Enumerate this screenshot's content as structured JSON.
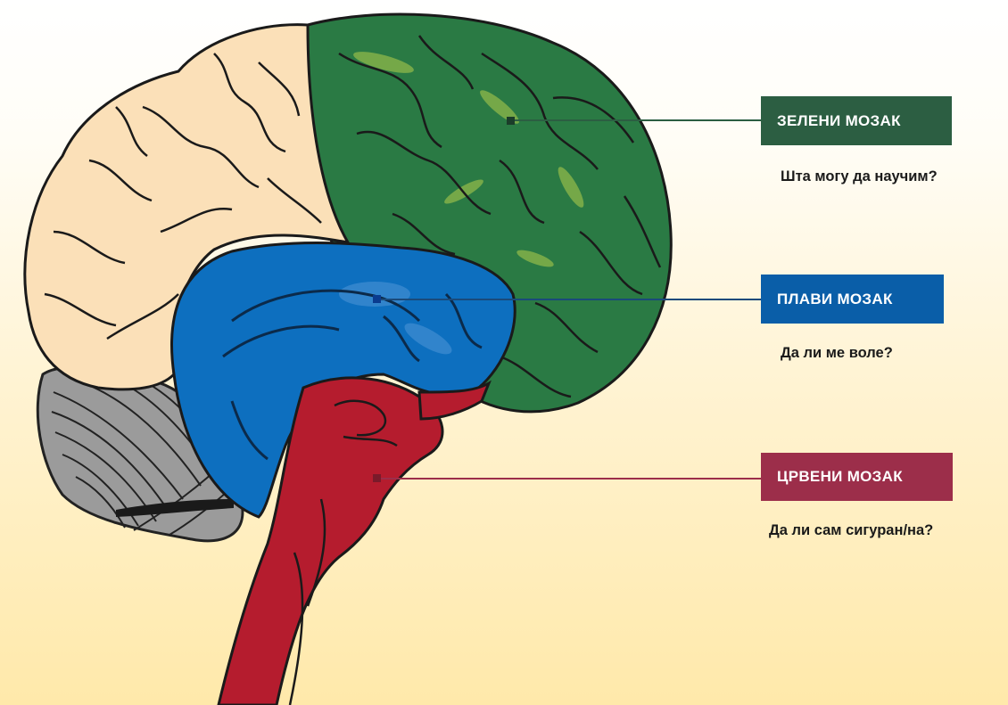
{
  "colors": {
    "green": "#2c5e42",
    "blue": "#0a5ea8",
    "red": "#9c2e4a",
    "background_top": "#ffffff",
    "background_bottom": "#ffe9aa"
  },
  "labels": {
    "green": {
      "title": "ЗЕЛЕНИ МОЗАК",
      "question": "Шта могу да научим?"
    },
    "blue": {
      "title": "ПЛАВИ МОЗАК",
      "question": "Да ли ме воле?"
    },
    "red": {
      "title": "ЦРВЕНИ МОЗАК",
      "question": "Да ли сам сигуран/на?"
    }
  }
}
